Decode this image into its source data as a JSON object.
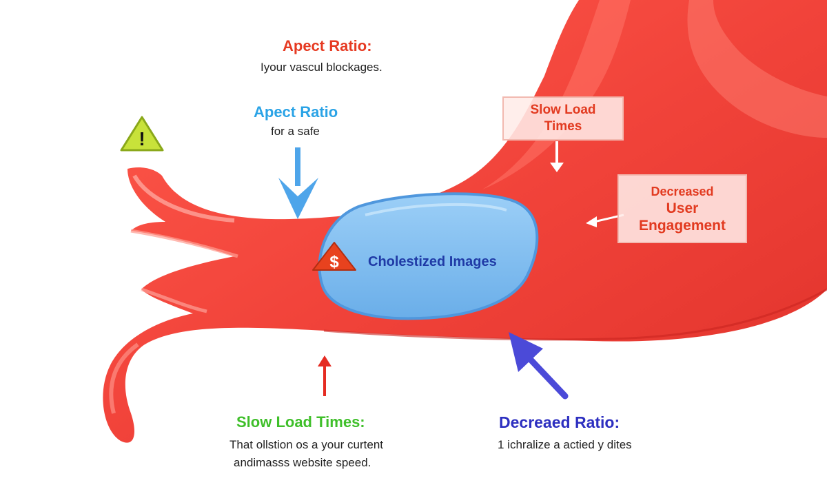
{
  "top_heading": {
    "title": "Apect Ratio:",
    "subtitle": "Iyour vascul blockages."
  },
  "mid_heading": {
    "title": "Apect Ratio",
    "subtitle": "for a safe"
  },
  "box_slow": {
    "line1": "Slow Load",
    "line2": "Times"
  },
  "box_decreased": {
    "line1": "Decreased",
    "line2": "User",
    "line3": "Engagement"
  },
  "blob_label": "Cholestized Images",
  "dollar_symbol": "$",
  "warning_symbol": "!",
  "bottom_left": {
    "title": "Slow Load Times:",
    "line1": "That ollstion os a your curtent",
    "line2": "andimasss website speed."
  },
  "bottom_right": {
    "title": "Decreaed Ratio:",
    "line1": "1 ichralize a actied y dites"
  },
  "colors": {
    "vessel": "#f1433a",
    "vessel_light": "#ff8a7e",
    "vessel_dark": "#c9251f",
    "plaque": "#7dbdf2",
    "plaque_edge": "#4f97dd",
    "arrow_blue": "#4ea5ea",
    "arrow_red": "#e52b22",
    "arrow_indigo": "#4b4ad8",
    "warning": "#c8e23a"
  },
  "icons": {
    "warning": "warning-triangle-icon",
    "dollar": "dollar-warning-icon"
  }
}
